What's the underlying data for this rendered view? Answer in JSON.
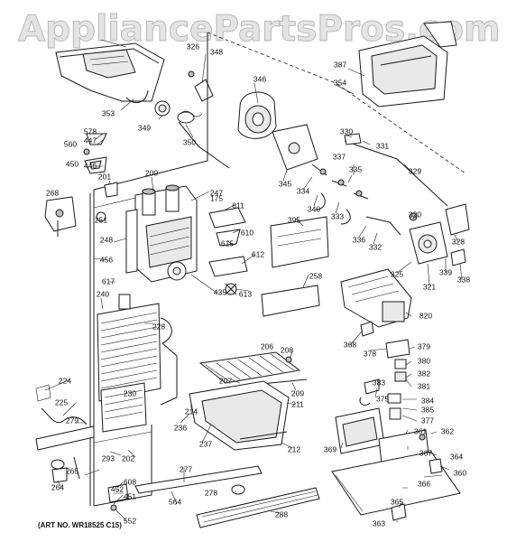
{
  "watermark": "AppliancePartsPros.com",
  "art_number": "(ART NO. WR18525 C15)",
  "part_numbers": [
    "326",
    "348",
    "346",
    "353",
    "349",
    "350",
    "354",
    "387",
    "578",
    "447",
    "560",
    "450",
    "446",
    "201",
    "200",
    "247",
    "268",
    "251",
    "175",
    "611",
    "610",
    "615",
    "612",
    "613",
    "435",
    "248",
    "456",
    "617",
    "240",
    "228",
    "395",
    "258",
    "345",
    "334",
    "340",
    "333",
    "337",
    "335",
    "330",
    "331",
    "329",
    "336",
    "332",
    "320",
    "325",
    "328",
    "339",
    "338",
    "321",
    "820",
    "368",
    "378",
    "379",
    "380",
    "382",
    "381",
    "383",
    "375",
    "384",
    "385",
    "377",
    "206",
    "208",
    "207",
    "209",
    "211",
    "214",
    "236",
    "230",
    "224",
    "225",
    "279",
    "237",
    "212",
    "293",
    "202",
    "265",
    "264",
    "608",
    "452",
    "451",
    "552",
    "277",
    "564",
    "278",
    "288",
    "369",
    "361",
    "362",
    "367",
    "364",
    "360",
    "366",
    "365",
    "363"
  ]
}
